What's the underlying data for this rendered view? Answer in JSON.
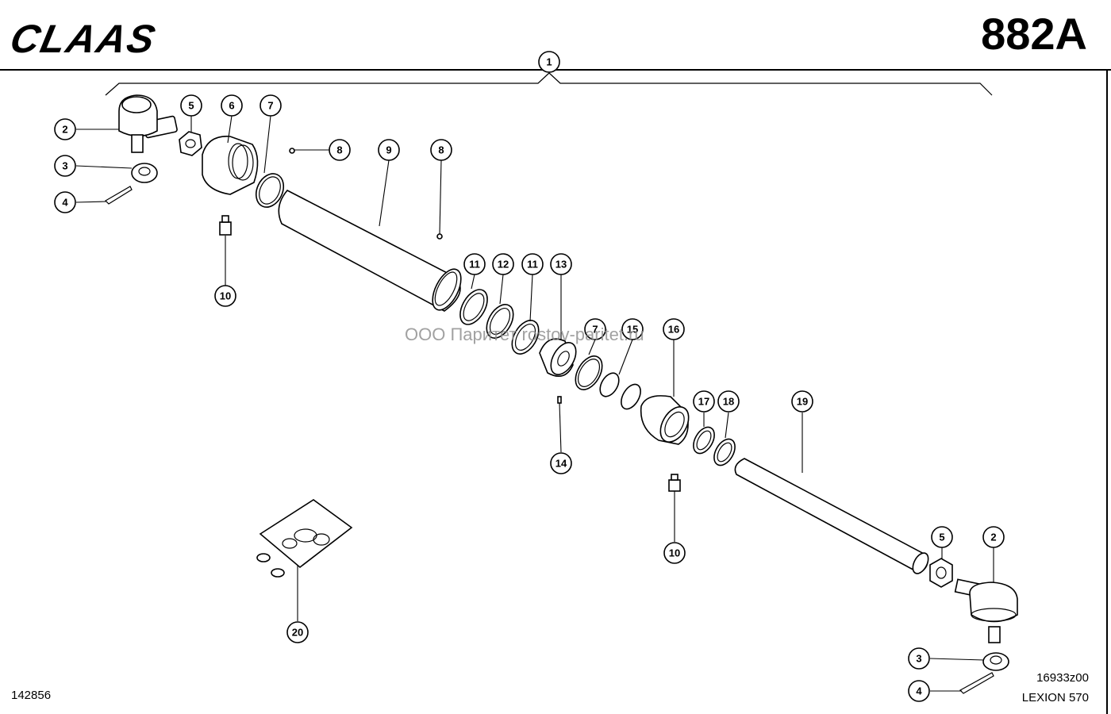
{
  "header": {
    "brand": "CLAAS",
    "page_code": "882A"
  },
  "footer": {
    "doc_number": "142856",
    "ref_code": "16933z00",
    "model": "LEXION 570"
  },
  "watermark": "ООО Паритет    rostov-paritet.ru",
  "callouts": [
    "1",
    "2",
    "3",
    "4",
    "5",
    "6",
    "7",
    "8",
    "9",
    "8",
    "10",
    "11",
    "12",
    "11",
    "13",
    "7",
    "15",
    "16",
    "14",
    "17",
    "18",
    "19",
    "10",
    "5",
    "2",
    "3",
    "4",
    "20"
  ]
}
